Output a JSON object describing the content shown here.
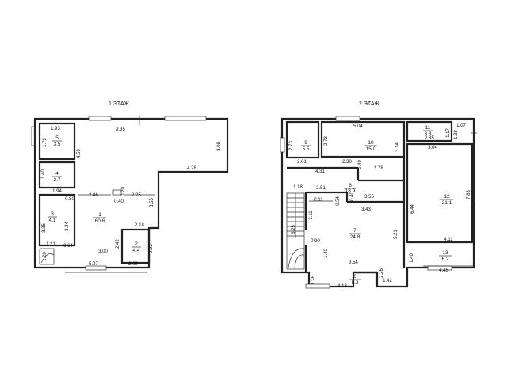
{
  "floors": [
    {
      "title": "1 ЭТАЖ",
      "rooms": [
        {
          "num": "1",
          "area": "60.6"
        },
        {
          "num": "2",
          "area": "4.4"
        },
        {
          "num": "3",
          "area": "4.1"
        },
        {
          "num": "4",
          "area": "2.7"
        },
        {
          "num": "5",
          "area": "3.5"
        }
      ],
      "dims": [
        "9.35",
        "1.93",
        "1.79",
        "4.59",
        "3.08",
        "4.28",
        "1.40",
        "1.94",
        "0.80",
        "2.46",
        "0.20",
        "2.25",
        "0.40",
        "3.55",
        "3.35",
        "3.34",
        "2.18",
        "1.21",
        "0.64",
        "1.20",
        "2.42",
        "2.22",
        "3.00",
        "5.07",
        "2.00"
      ]
    },
    {
      "title": "2 ЭТАЖ",
      "rooms": [
        {
          "num": "7",
          "area": "24.8"
        },
        {
          "num": "8",
          "area": "18.9"
        },
        {
          "num": "9",
          "area": "5.5"
        },
        {
          "num": "10",
          "area": "15.0"
        },
        {
          "num": "11",
          "area": "3.3"
        },
        {
          "num": "12",
          "area": "21.1"
        },
        {
          "num": "13",
          "area": "6.2"
        },
        {
          "num": "6",
          "area": "5.2"
        }
      ],
      "dims": [
        "5.04",
        "1.07",
        "1.17",
        "1.38",
        "2.85",
        "3.04",
        "2.73",
        "2.73",
        "3.14",
        "2.01",
        "4.31",
        "2.30",
        "0.40",
        "2.78",
        "1.18",
        "2.51",
        "0.40",
        "2.11",
        "0.54",
        "3.55",
        "3.43",
        "6.44",
        "7.83",
        "3.11",
        "6.25",
        "0.90",
        "5.21",
        "4.11",
        "1.40",
        "3.54",
        "1.40",
        "4.45",
        "1.26",
        "2.26",
        "1.42",
        "4.13"
      ]
    }
  ]
}
